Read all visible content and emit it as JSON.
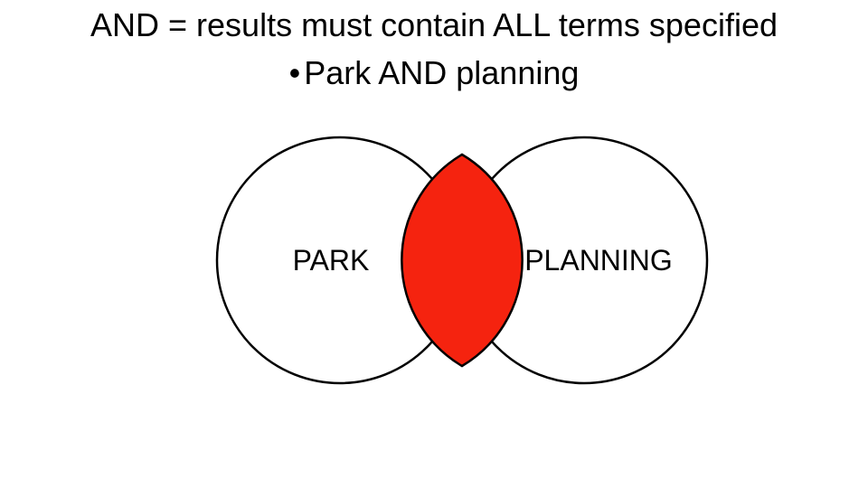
{
  "slide": {
    "title": "AND = results must contain ALL terms specified",
    "bullet_symbol": "•",
    "bullet_text": "Park AND planning"
  },
  "venn": {
    "sets": [
      {
        "label": "PARK"
      },
      {
        "label": "PLANNING"
      }
    ],
    "highlighted_region": "intersection",
    "colors": {
      "intersection_fill": "#f5230f",
      "outline": "#000000",
      "circle_fill": "#ffffff"
    }
  }
}
